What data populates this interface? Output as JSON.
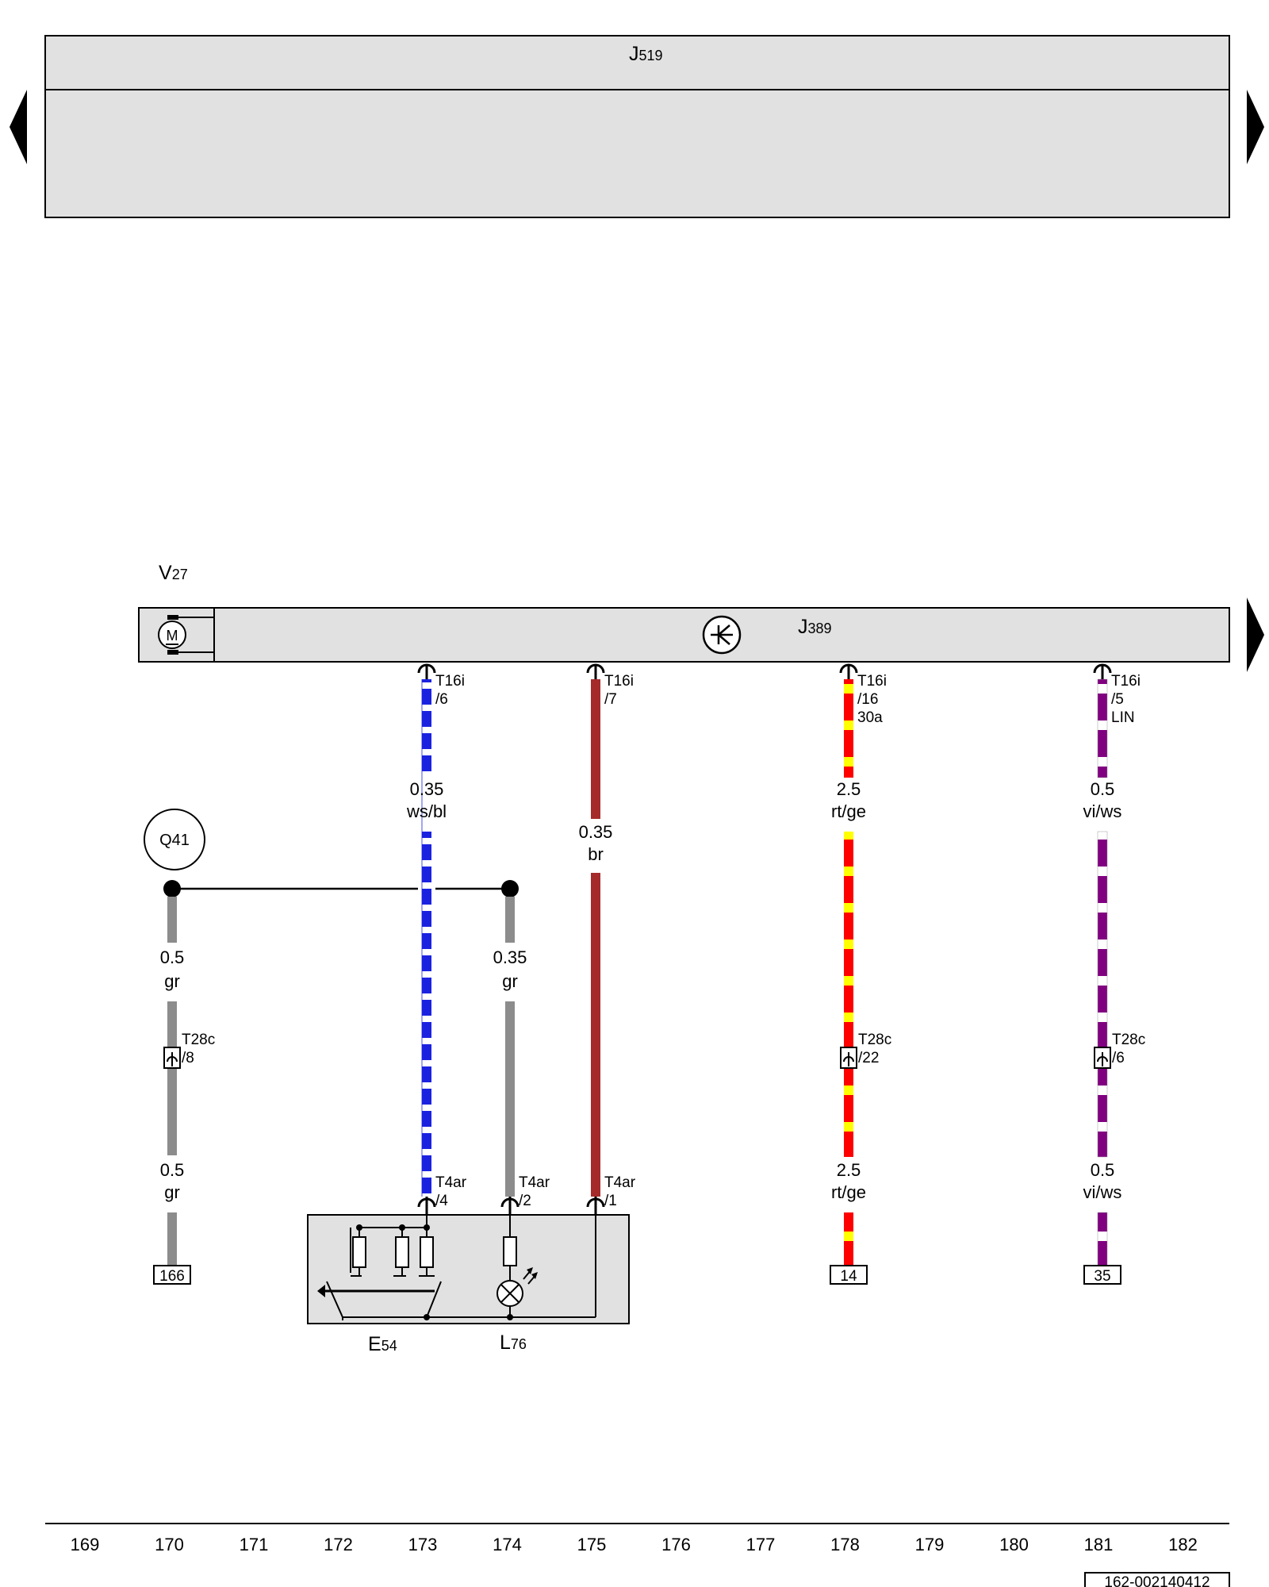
{
  "components": {
    "top_module": {
      "name": "J",
      "sub": "519"
    },
    "v27": {
      "name": "V",
      "sub": "27"
    },
    "j389": {
      "name": "J",
      "sub": "389"
    },
    "q41": "Q41",
    "e54": {
      "name": "E",
      "sub": "54"
    },
    "l76": {
      "name": "L",
      "sub": "76"
    },
    "motor_symbol": "M"
  },
  "connectors": {
    "c1": {
      "line1": "T16i",
      "line2": "/6",
      "line3": ""
    },
    "c2": {
      "line1": "T16i",
      "line2": "/7",
      "line3": ""
    },
    "c3": {
      "line1": "T16i",
      "line2": "/16",
      "line3": "30a"
    },
    "c4": {
      "line1": "T16i",
      "line2": "/5",
      "line3": "LIN"
    },
    "t28c_8": {
      "line1": "T28c",
      "line2": "/8"
    },
    "t28c_22": {
      "line1": "T28c",
      "line2": "/22"
    },
    "t28c_6": {
      "line1": "T28c",
      "line2": "/6"
    },
    "t4ar_4": {
      "line1": "T4ar",
      "line2": "/4"
    },
    "t4ar_2": {
      "line1": "T4ar",
      "line2": "/2"
    },
    "t4ar_1": {
      "line1": "T4ar",
      "line2": "/1"
    }
  },
  "wires": {
    "w_wsbl": {
      "size": "0.35",
      "color": "ws/bl",
      "base": "#ffffff",
      "stripe": "#1a22e0"
    },
    "w_br": {
      "size": "0.35",
      "color": "br",
      "base": "#a52a2a",
      "stripe": "#a52a2a"
    },
    "w_rtge_top": {
      "size": "2.5",
      "color": "rt/ge",
      "base": "#ffff00",
      "stripe": "#ff0000"
    },
    "w_rtge_bot": {
      "size": "2.5",
      "color": "rt/ge"
    },
    "w_viws_top": {
      "size": "0.5",
      "color": "vi/ws",
      "base": "#ffffff",
      "stripe": "#800080"
    },
    "w_viws_bot": {
      "size": "0.5",
      "color": "vi/ws"
    },
    "w_gr1_top": {
      "size": "0.5",
      "color": "gr",
      "base": "#8c8c8c"
    },
    "w_gr1_bot": {
      "size": "0.5",
      "color": "gr"
    },
    "w_gr2": {
      "size": "0.35",
      "color": "gr"
    }
  },
  "references": {
    "ref_166": "166",
    "ref_14": "14",
    "ref_35": "35"
  },
  "footer": {
    "columns": [
      "169",
      "170",
      "171",
      "172",
      "173",
      "174",
      "175",
      "176",
      "177",
      "178",
      "179",
      "180",
      "181",
      "182"
    ],
    "doc_id": "162-002140412"
  },
  "colors": {
    "module_fill": "#e1e1e1",
    "line": "#000000"
  }
}
